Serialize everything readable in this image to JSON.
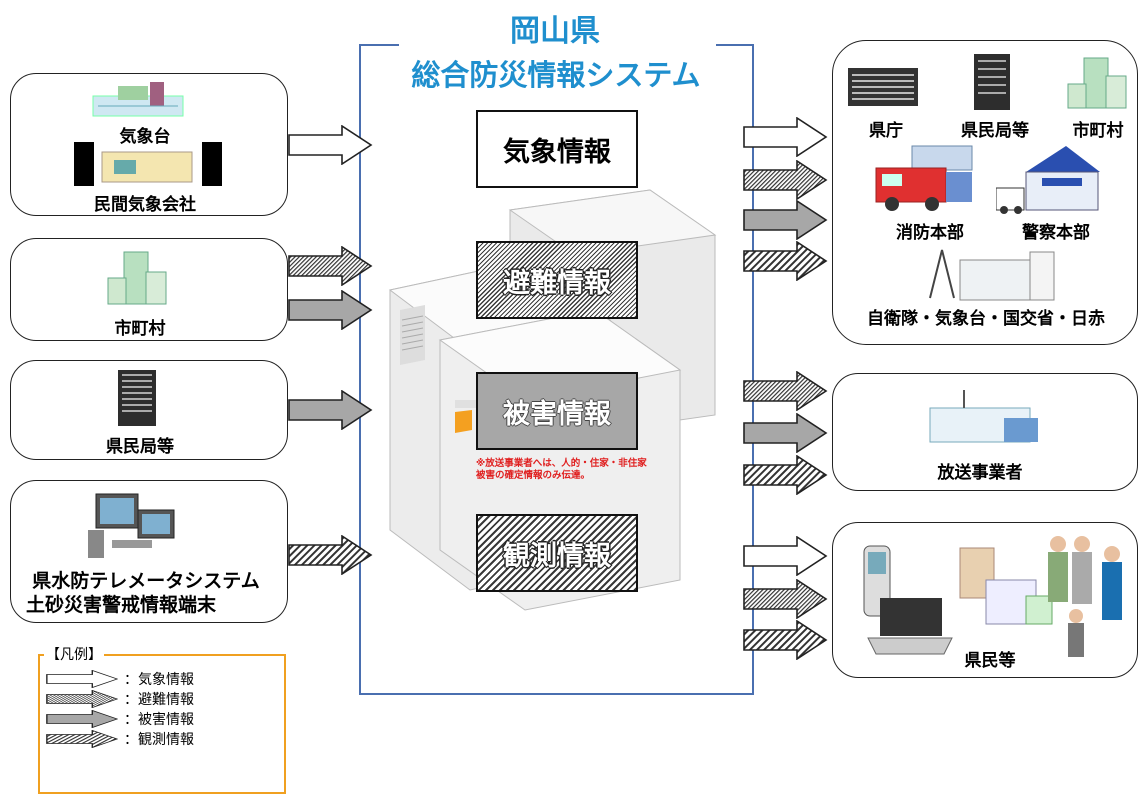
{
  "system": {
    "title_line1": "岡山県",
    "title_line2": "総合防災情報システム"
  },
  "info_types": {
    "weather": "気象情報",
    "evacuation": "避難情報",
    "damage": "被害情報",
    "observation": "観測情報"
  },
  "damage_note_line1": "※放送事業者へは、人的・住家・非住家",
  "damage_note_line2": "被害の確定情報のみ伝達。",
  "sources": {
    "jma_label": "気象台",
    "private_weather_label": "民間気象会社",
    "municipality_label": "市町村",
    "bureau_label": "県民局等",
    "telemeter_line1": "県水防テレメータシステム",
    "telemeter_line2": "土砂災害警戒情報端末"
  },
  "destinations": {
    "prefecture_office": "県庁",
    "bureau": "県民局等",
    "municipality": "市町村",
    "fire_hq": "消防本部",
    "police_hq": "警察本部",
    "agencies": "自衛隊・気象台・国交省・日赤",
    "broadcasters": "放送事業者",
    "residents": "県民等"
  },
  "legend": {
    "title": "【凡例】",
    "weather": "：気象情報",
    "evacuation": "：避難情報",
    "damage": "：被害情報",
    "observation": "：観測情報"
  },
  "colors": {
    "title_blue": "#1f8fce",
    "legend_border": "#f0a020",
    "note_red": "#e02020",
    "frame_blue": "#4a6fb0"
  }
}
